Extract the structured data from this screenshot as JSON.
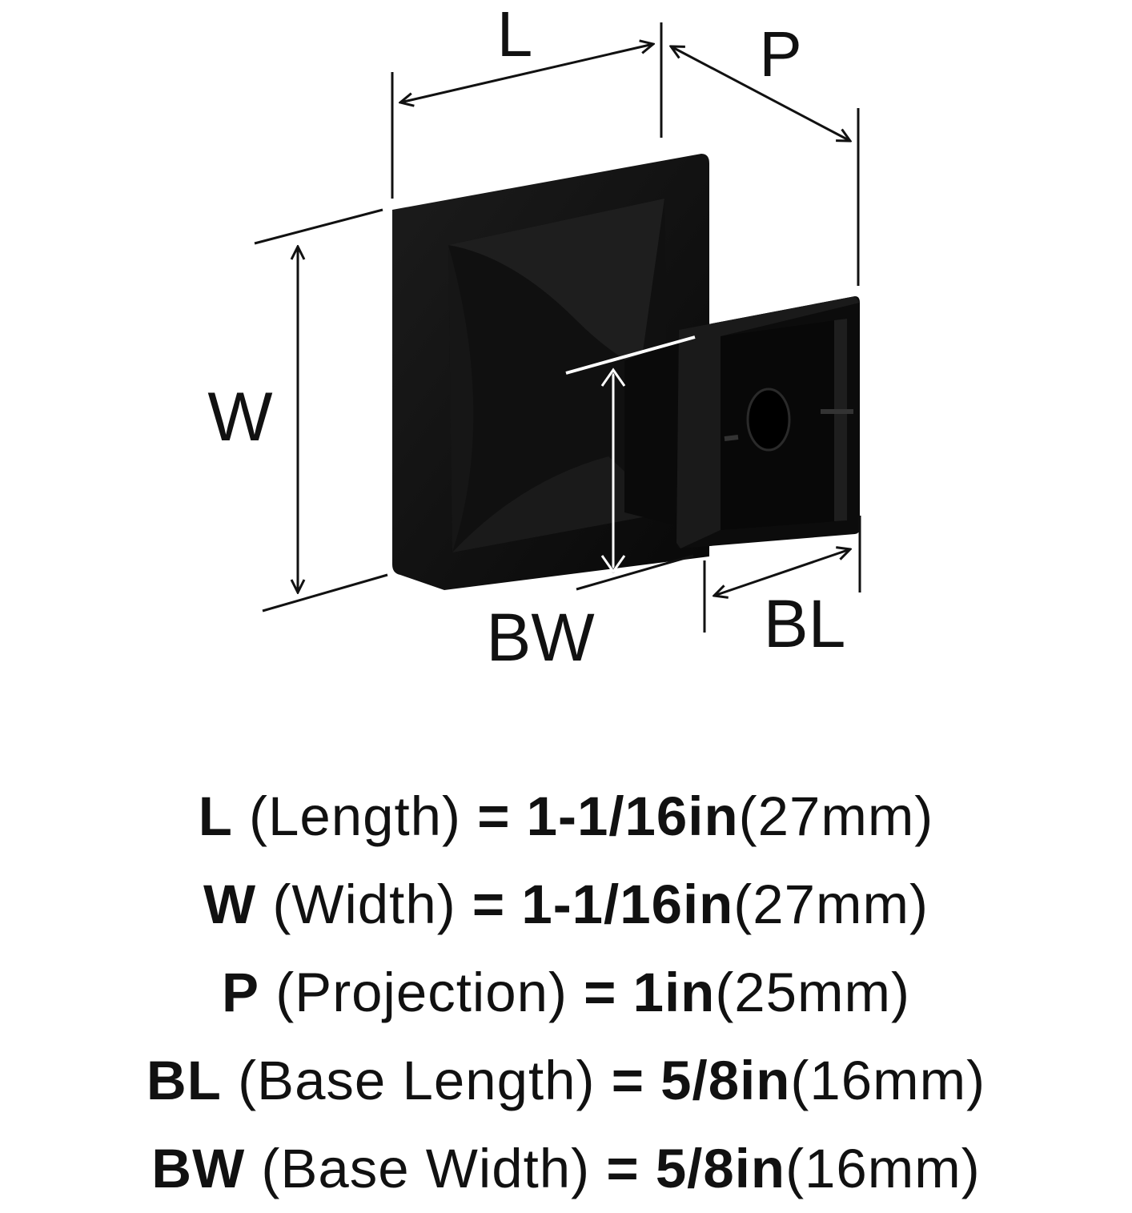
{
  "diagram": {
    "labels": {
      "L": "L",
      "P": "P",
      "W": "W",
      "BW": "BW",
      "BL": "BL"
    },
    "colors": {
      "product": "#0c0c0c",
      "line": "#111111",
      "background": "#ffffff"
    }
  },
  "specs": [
    {
      "symbol": "L",
      "description": "(Length)",
      "equals": "=",
      "imperial": "1-1/16in",
      "metric": "(27mm)"
    },
    {
      "symbol": "W",
      "description": "(Width)",
      "equals": "=",
      "imperial": "1-1/16in",
      "metric": "(27mm)"
    },
    {
      "symbol": "P",
      "description": "(Projection)",
      "equals": "=",
      "imperial": "1in",
      "metric": "(25mm)"
    },
    {
      "symbol": "BL",
      "description": "(Base Length)",
      "equals": "=",
      "imperial": "5/8in",
      "metric": "(16mm)"
    },
    {
      "symbol": "BW",
      "description": "(Base Width)",
      "equals": "=",
      "imperial": "5/8in",
      "metric": "(16mm)"
    }
  ]
}
